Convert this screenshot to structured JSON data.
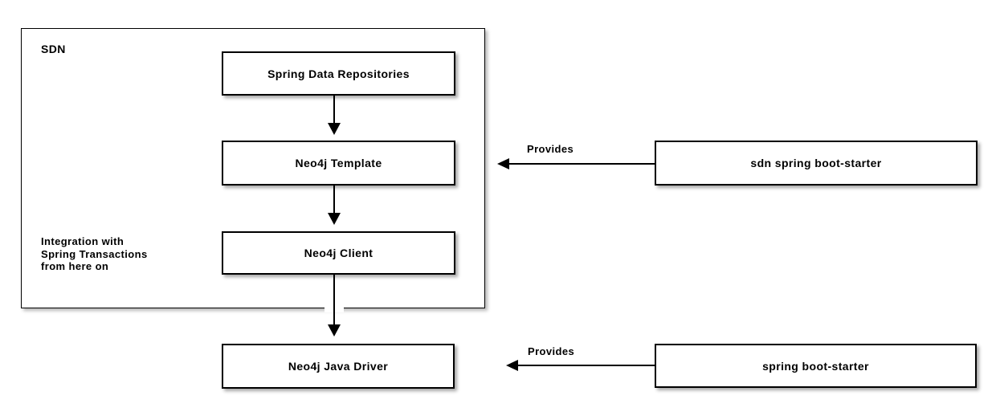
{
  "diagram": {
    "group": {
      "label": "SDN",
      "note": "Integration with\nSpring Transactions\nfrom here on"
    },
    "nodes": {
      "spring_data_repositories": "Spring Data Repositories",
      "neo4j_template": "Neo4j Template",
      "neo4j_client": "Neo4j Client",
      "neo4j_java_driver": "Neo4j Java Driver",
      "sdn_spring_boot_starter": "sdn spring boot-starter",
      "spring_boot_starter": "spring boot-starter"
    },
    "edges": {
      "provides_top": "Provides",
      "provides_bottom": "Provides"
    },
    "colors": {
      "line": "#000000",
      "text": "#000000",
      "box_fill": "#ffffff",
      "background": "#ffffff"
    }
  }
}
